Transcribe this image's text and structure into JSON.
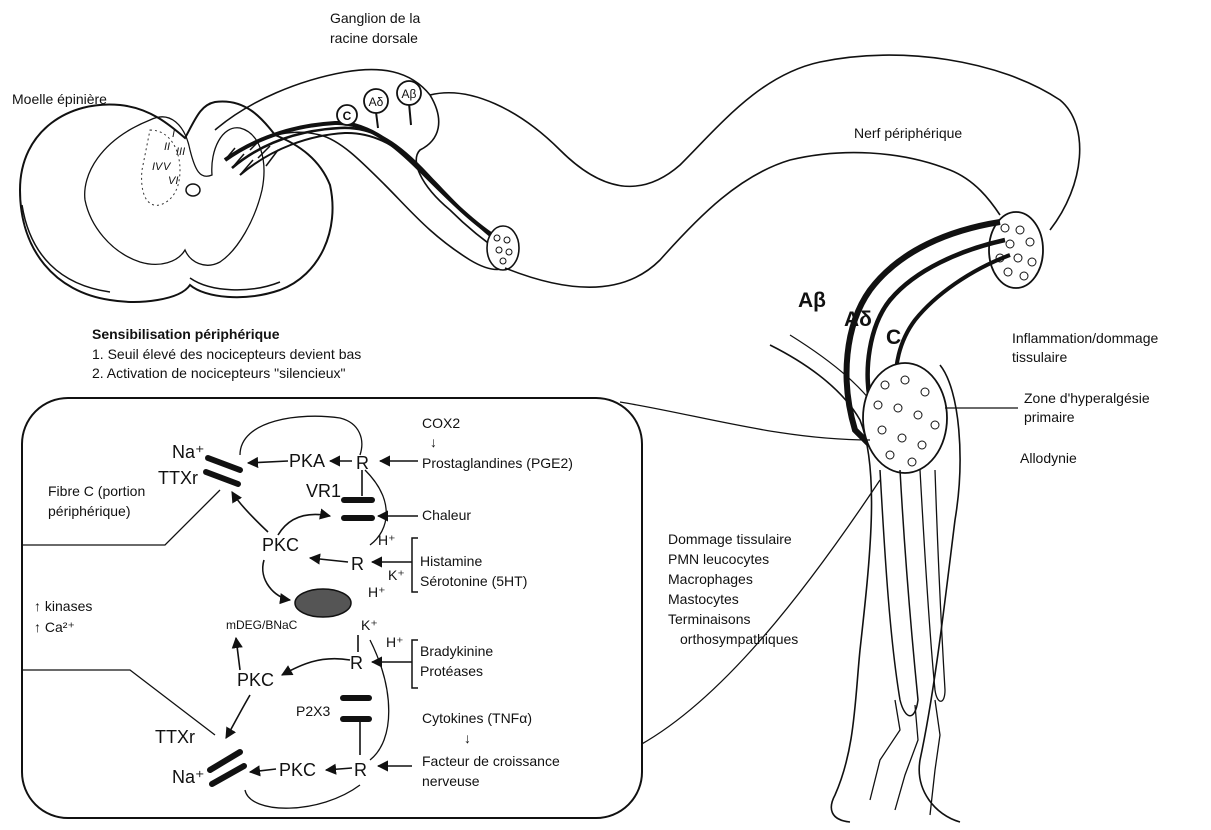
{
  "labels": {
    "moelle": "Moelle épinière",
    "ganglion_l1": "Ganglion de la",
    "ganglion_l2": "racine dorsale",
    "nerf": "Nerf périphérique",
    "laminae": [
      "I",
      "II",
      "III",
      "IV",
      "V",
      "VI"
    ],
    "fibers_root": [
      "C",
      "Aδ",
      "Aβ"
    ],
    "fibers_leg": [
      "Aβ",
      "Aδ",
      "C"
    ],
    "sens_title": "Sensibilisation périphérique",
    "sens_1": "1. Seuil élevé des nocicepteurs devient bas",
    "sens_2": "2. Activation de nocicepteurs \"silencieux\"",
    "inflammation_l1": "Inflammation/dommage",
    "inflammation_l2": "tissulaire",
    "zone_l1": "Zone d'hyperalgésie",
    "zone_l2": "primaire",
    "allodynie": "Allodynie",
    "dommage_list": [
      "Dommage tissulaire",
      "PMN leucocytes",
      "Macrophages",
      "Mastocytes",
      "Terminaisons",
      "orthosympathiques"
    ]
  },
  "inset": {
    "na_top": "Na⁺",
    "ttx_top": "TTXr",
    "fibre_l1": "Fibre C (portion",
    "fibre_l2": "périphérique)",
    "pka": "PKA",
    "r": "R",
    "vr1": "VR1",
    "cox2": "COX2",
    "down_arrow": "↓",
    "prostaglandines": "Prostaglandines (PGE2)",
    "chaleur": "Chaleur",
    "pkc": "PKC",
    "h_plus": "H⁺",
    "k_plus": "K⁺",
    "histamine": "Histamine",
    "serotonine": "Sérotonine (5HT)",
    "kinases": "↑ kinases",
    "calcium": "↑ Ca²⁺",
    "mdeg": "mDEG/BNaC",
    "bradykinine": "Bradykinine",
    "proteases": "Protéases",
    "p2x3": "P2X3",
    "cytokines": "Cytokines (TNFα)",
    "facteur_l1": "Facteur de croissance",
    "facteur_l2": "nerveuse",
    "ttx_bottom": "TTXr",
    "na_bottom": "Na⁺"
  }
}
